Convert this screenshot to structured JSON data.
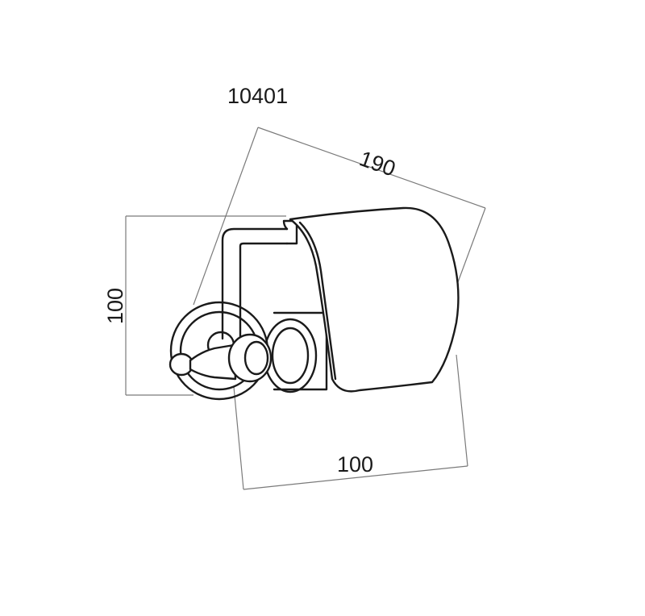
{
  "drawing": {
    "model_number": "10401",
    "dimensions": {
      "diagonal_length": "190",
      "height": "100",
      "width": "100"
    }
  }
}
